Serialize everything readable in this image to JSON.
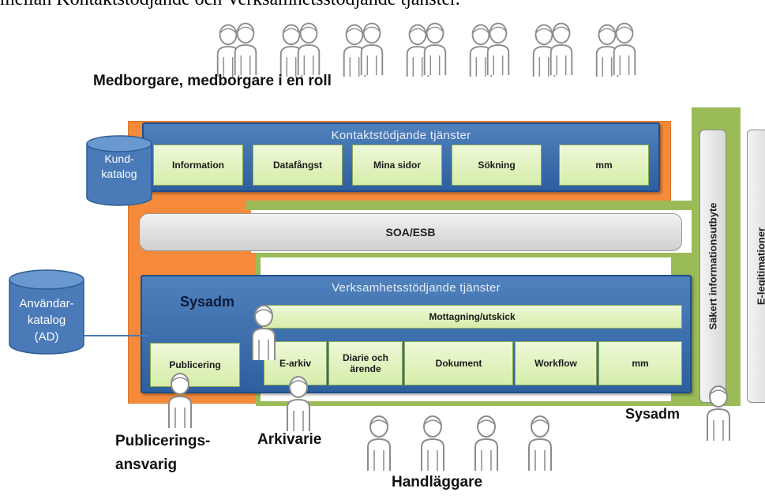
{
  "caption": "mellan Kontaktstödjande och Verksamhetsstödjande tjänster.",
  "citizens_label": "Medborgare, medborgare i en roll",
  "contact": {
    "title": "Kontaktstödjande tjänster",
    "tiles": [
      "Information",
      "Datafångst",
      "Mina sidor",
      "Sökning",
      "mm"
    ]
  },
  "customer_catalog": [
    "Kund-",
    "katalog"
  ],
  "soa": "SOA/ESB",
  "business": {
    "title": "Verksamhetsstödjande tjänster",
    "sysadm": "Sysadm",
    "wide_tile": "Mottagning/utskick",
    "publicering": "Publicering",
    "tiles": [
      "E-arkiv",
      "Diarie och ärende",
      "Dokument",
      "Workflow",
      "mm"
    ]
  },
  "user_catalog": [
    "Användar-",
    "katalog",
    "(AD)"
  ],
  "secure_exchange": "Säkert informationsutbyte",
  "e_legitimation": "E-legitimationer",
  "roles": {
    "sysadm_right": "Sysadm",
    "publicering_1": "Publicerings-",
    "publicering_2": "ansvarig",
    "arkivarie": "Arkivarie",
    "handlaggare": "Handläggare"
  },
  "colors": {
    "orange": "#f58a3a",
    "green": "#9bbb59",
    "blue": "#4f81bd",
    "tile": "#d6edaa"
  }
}
